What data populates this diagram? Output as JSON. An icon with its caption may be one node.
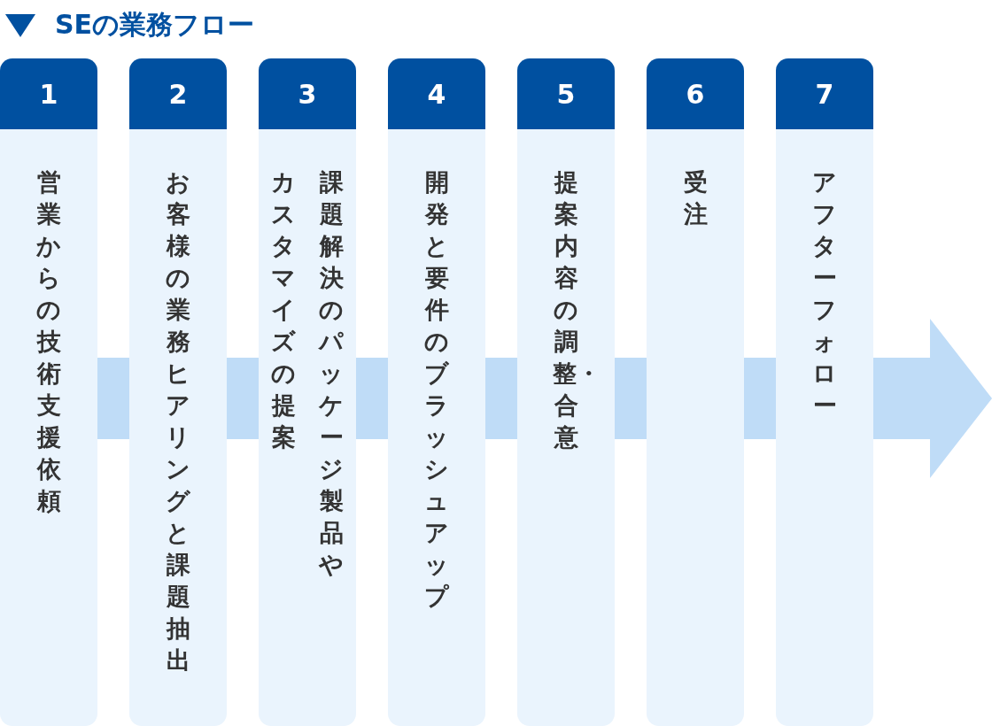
{
  "diagram": {
    "title": "SEの業務フロー",
    "nodes": [
      {
        "text": [
          "1",
          "営業からの技術支援依頼"
        ]
      },
      {
        "text": [
          "2",
          "お客様の業務ヒアリングと課題抽出"
        ]
      },
      {
        "text": [
          "3",
          "課題解決のパッケージ製品やカスタマイズの提案"
        ]
      },
      {
        "text": [
          "4",
          "開発と要件のブラッシュアップ"
        ]
      },
      {
        "text": [
          "5",
          "提案内容の調整・合意"
        ]
      },
      {
        "text": [
          "6",
          "受注"
        ]
      },
      {
        "text": [
          "7",
          "アフターフォロー"
        ]
      }
    ],
    "edges": [
      {
        "from": 0,
        "to": 1,
        "arrow": "none"
      },
      {
        "from": 1,
        "to": 2,
        "arrow": "none"
      },
      {
        "from": 2,
        "to": 3,
        "arrow": "none"
      },
      {
        "from": 3,
        "to": 4,
        "arrow": "none"
      },
      {
        "from": 4,
        "to": 5,
        "arrow": "none"
      },
      {
        "from": 5,
        "to": 6,
        "arrow": "none"
      },
      {
        "from": 6,
        "to": null,
        "arrow": "to"
      }
    ]
  }
}
